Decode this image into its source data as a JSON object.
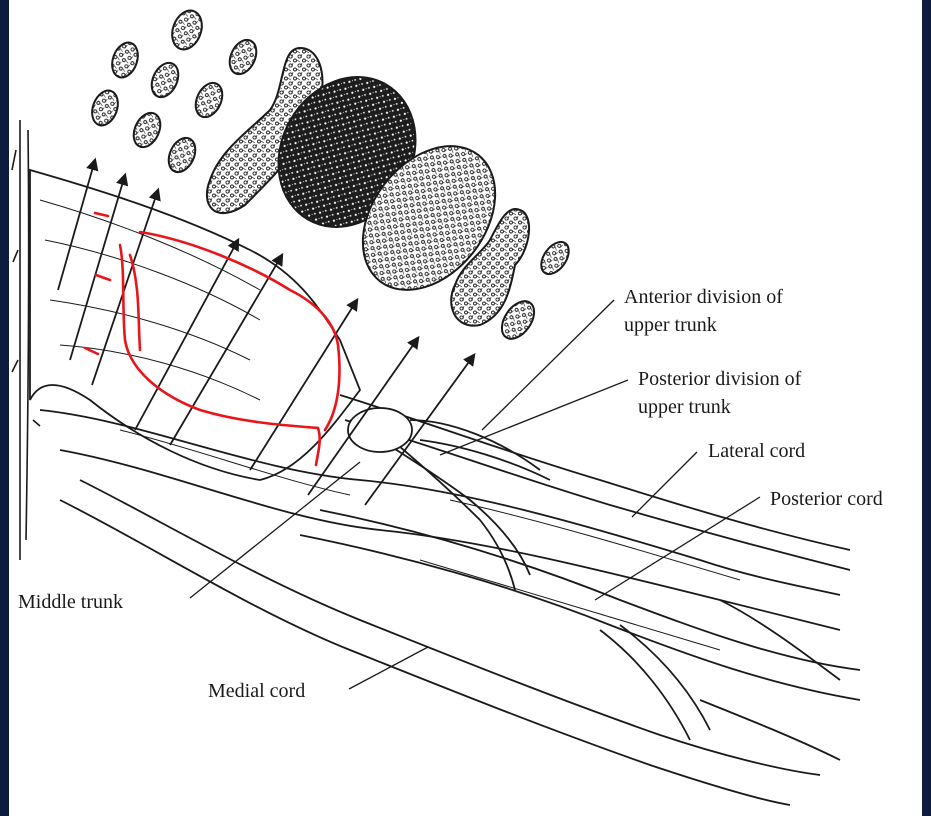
{
  "colors": {
    "frame": "#0d1b3e",
    "paper": "#ffffff",
    "ink": "#1a1a1a",
    "annotation": "#e8161b"
  },
  "labels": {
    "anterior_division": [
      "Anterior division of",
      "upper trunk"
    ],
    "posterior_division": [
      "Posterior division of",
      "upper trunk"
    ],
    "lateral_cord": "Lateral cord",
    "posterior_cord": "Posterior cord",
    "middle_trunk": "Middle trunk",
    "medial_cord": "Medial cord"
  }
}
